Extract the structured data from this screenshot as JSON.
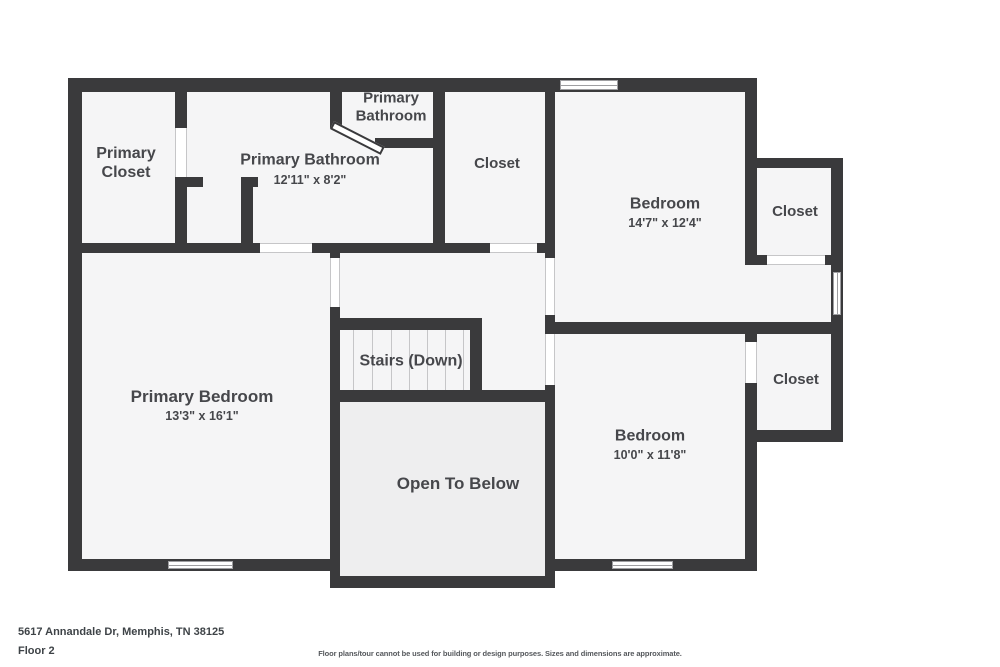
{
  "rooms": {
    "primary_closet": {
      "name": "Primary Closet"
    },
    "primary_bathroom_small": {
      "name": "Primary Bathroom"
    },
    "primary_bathroom": {
      "name": "Primary Bathroom",
      "dims": "12'11\" x 8'2\""
    },
    "closet_top_middle": {
      "name": "Closet"
    },
    "bedroom_top_right": {
      "name": "Bedroom",
      "dims": "14'7\" x 12'4\""
    },
    "closet_top_right": {
      "name": "Closet"
    },
    "primary_bedroom": {
      "name": "Primary Bedroom",
      "dims": "13'3\" x 16'1\""
    },
    "stairs": {
      "name": "Stairs (Down)"
    },
    "open_to_below": {
      "name": "Open To Below"
    },
    "bedroom_bottom_right": {
      "name": "Bedroom",
      "dims": "10'0\" x 11'8\""
    },
    "closet_bottom_right": {
      "name": "Closet"
    }
  },
  "footer": {
    "address": "5617 Annandale Dr, Memphis, TN 38125",
    "floor_label": "Floor 2",
    "disclaimer": "Floor plans/tour cannot be used for building or design purposes. Sizes and dimensions are approximate."
  },
  "colors": {
    "wall": "#3a3a3c",
    "room_fill": "#f5f5f6",
    "otb_fill": "#eeeeef",
    "text": "#46474b"
  }
}
